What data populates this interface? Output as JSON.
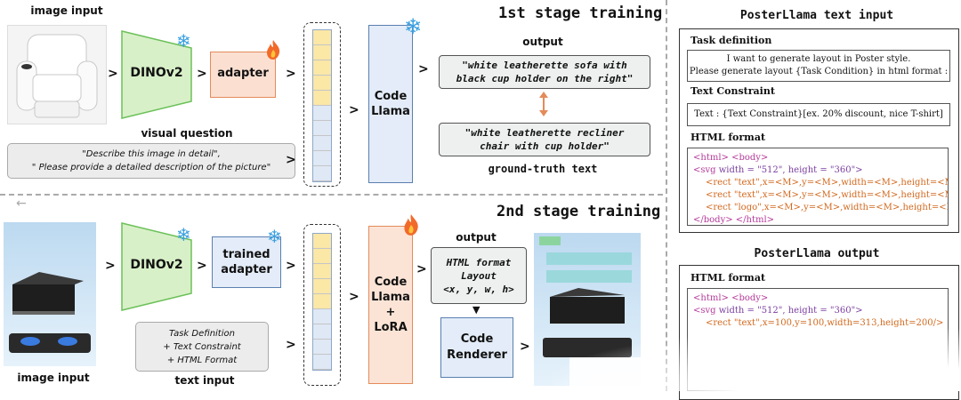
{
  "stage1": {
    "title": "1st stage training",
    "image_input_label": "image input",
    "encoder": "DINOv2",
    "adapter": "adapter",
    "visual_question_label": "visual question",
    "question_line1": "\"Describe this image in detail\",",
    "question_line2": "\" Please provide a detailed description of the picture\"",
    "llm_line1": "Code",
    "llm_line2": "Llama",
    "output_label": "output",
    "output_line1": "\"white leatherette sofa with",
    "output_line2": "black cup holder on the right\"",
    "gt_line1": "\"white leatherette recliner",
    "gt_line2": "chair with cup holder\"",
    "gt_label": "ground-truth text"
  },
  "stage2": {
    "title": "2nd stage training",
    "image_input_label": "image input",
    "encoder": "DINOv2",
    "adapter_line1": "trained",
    "adapter_line2": "adapter",
    "text_line1": "Task Definition",
    "text_line2": "+ Text Constraint",
    "text_line3": "+ HTML Format",
    "text_input_label": "text input",
    "llm_line1": "Code",
    "llm_line2": "Llama",
    "llm_line3": "+",
    "llm_line4": "LoRA",
    "output_label": "output",
    "out_line1": "HTML format",
    "out_line2": "Layout",
    "out_line3": "<x, y, w, h>",
    "renderer_line1": "Code",
    "renderer_line2": "Renderer"
  },
  "panel_input": {
    "title": "PosterLlama text input",
    "task_heading": "Task definition",
    "task_line1": "I want to generate layout in Poster style.",
    "task_line2": "Please generate layout {Task Condition} in html format :",
    "constraint_heading": "Text Constraint",
    "constraint_text": "Text : {Text Constraint}[ex. 20% discount, nice T-shirt]",
    "html_heading": "HTML format",
    "code_line1": "<html> <body>",
    "code_line2a": "<svg",
    "code_line2b": " width = \"512\", height = \"360\">",
    "code_line3": "<rect \"text\",x=<M>,y=<M>,width=<M>,height=<M>/>",
    "code_line4": "<rect \"text\",x=<M>,y=<M>,width=<M>,height=<M>/>",
    "code_line5": "<rect \"logo\",x=<M>,y=<M>,width=<M>,height=<M>/>",
    "code_line6": "</body> </html>"
  },
  "panel_output": {
    "title": "PosterLlama output",
    "html_heading": "HTML format",
    "code_line1": "<html> <body>",
    "code_line2a": "<svg",
    "code_line2b": " width = \"512\", height = \"360\">",
    "code_line3": "<rect \"text\",x=100,y=100,width=313,height=200/>"
  },
  "colors": {
    "encoder_fill": "#d8f0c8",
    "encoder_stroke": "#6cc15a",
    "adapter_fill": "#fbe0d2",
    "adapter_stroke": "#e58a5a",
    "llm1_fill": "#e3ecf8",
    "llm2_fill": "#fbe4d6",
    "snowflake": "#3aa0e0"
  },
  "icons": [
    "snowflake-icon",
    "fire-icon",
    "arrow-icon",
    "back-arrow-icon"
  ]
}
